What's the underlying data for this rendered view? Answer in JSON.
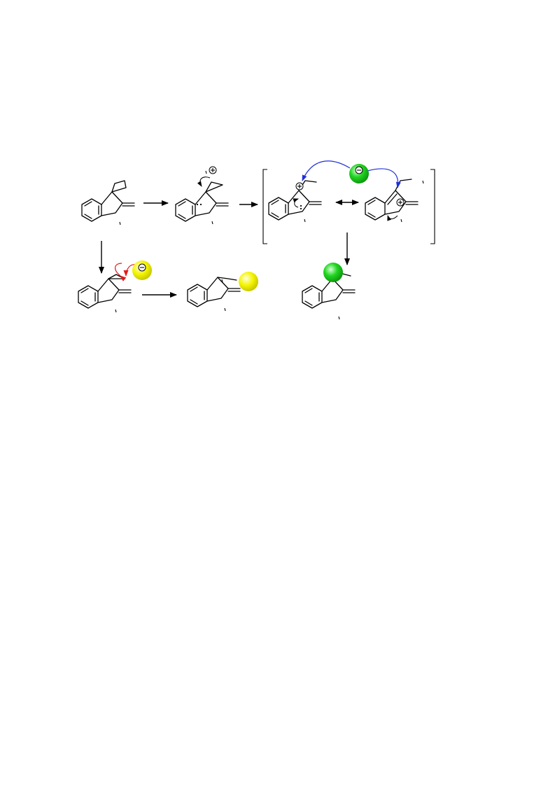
{
  "colors": {
    "background": "#ffffff",
    "bond": "#000000",
    "nucleophile_yellow": "#f2f200",
    "nucleophile_green": "#1ad01a",
    "curly_arrow_red": "#e81818",
    "curly_arrow_blue": "#1f2fd8",
    "curly_arrow_black": "#000000"
  },
  "charges": {
    "plus": "+",
    "minus": "−"
  },
  "species": [
    "starting-indoline",
    "ring-opened-intermediate",
    "resonance-form-a",
    "resonance-form-b",
    "yellow-nucleophile-adduct",
    "yellow-substitution-product",
    "green-substitution-product"
  ]
}
